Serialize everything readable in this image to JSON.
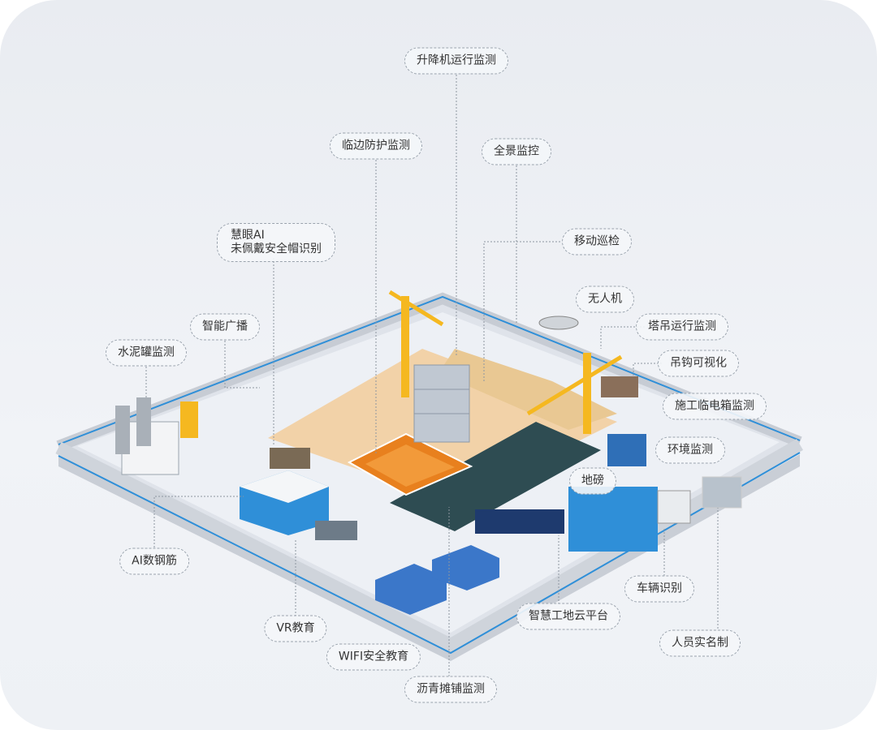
{
  "labels": {
    "hoist": "升降机运行监测",
    "edge_protection": "临边防护监测",
    "panorama": "全景监控",
    "ai_helmet_line1": "慧眼AI",
    "ai_helmet_line2": "未佩戴安全帽识别",
    "mobile_patrol": "移动巡检",
    "drone": "无人机",
    "broadcast": "智能广播",
    "tower_crane": "塔吊运行监测",
    "cement_tank": "水泥罐监测",
    "hook_visual": "吊钩可视化",
    "power_box": "施工临电箱监测",
    "environment": "环境监测",
    "weighbridge": "地磅",
    "ai_rebar": "AI数钢筋",
    "vehicle_recognition": "车辆识别",
    "cloud_platform": "智慧工地云平台",
    "vr_education": "VR教育",
    "real_name": "人员实名制",
    "wifi_education": "WIFI安全教育",
    "asphalt": "沥青摊铺监测"
  },
  "colors": {
    "background": "#eceff3",
    "accent_blue": "#2f8fd8",
    "crane_yellow": "#f5b820",
    "pit_orange": "#e8801e"
  }
}
